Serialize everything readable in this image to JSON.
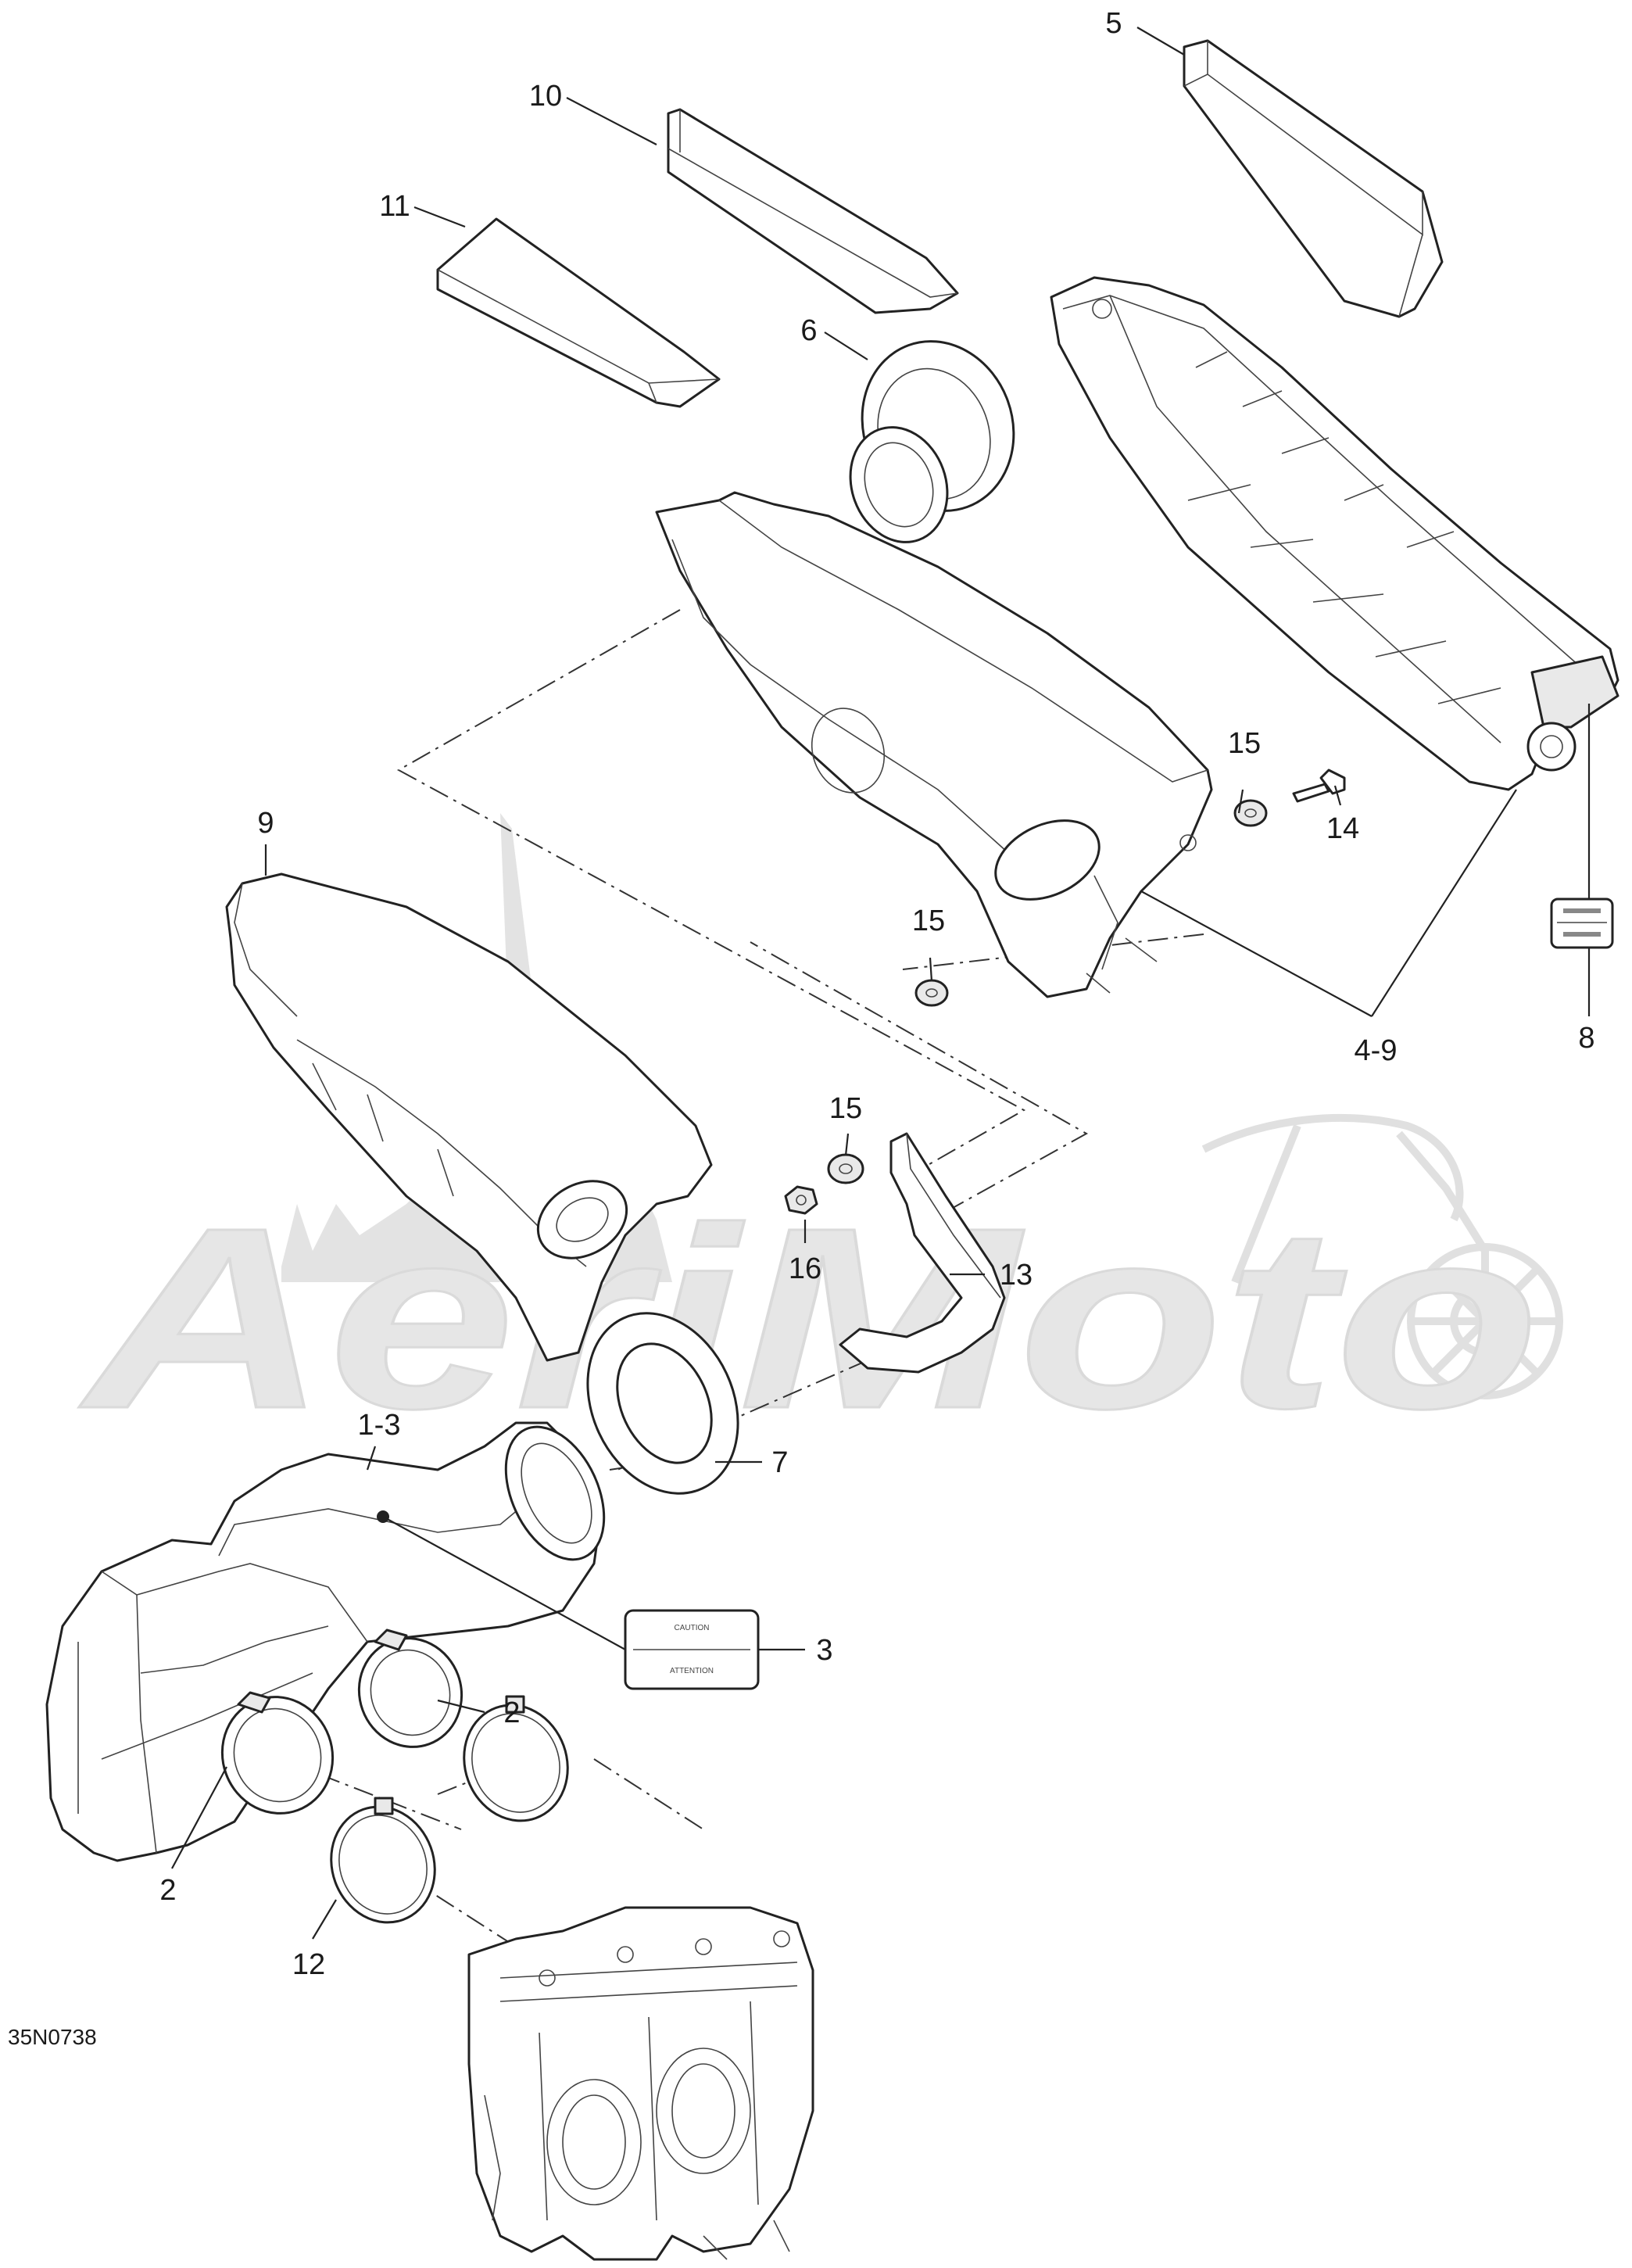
{
  "diagram_code": "35N0738",
  "watermark": {
    "text": "AeriMoto"
  },
  "callouts": [
    {
      "id": "c5",
      "label": "5"
    },
    {
      "id": "c10",
      "label": "10"
    },
    {
      "id": "c11",
      "label": "11"
    },
    {
      "id": "c6",
      "label": "6"
    },
    {
      "id": "c15a",
      "label": "15"
    },
    {
      "id": "c14",
      "label": "14"
    },
    {
      "id": "c9",
      "label": "9"
    },
    {
      "id": "c15b",
      "label": "15"
    },
    {
      "id": "c4-9",
      "label": "4-9"
    },
    {
      "id": "c8",
      "label": "8"
    },
    {
      "id": "c15c",
      "label": "15"
    },
    {
      "id": "c16",
      "label": "16"
    },
    {
      "id": "c13",
      "label": "13"
    },
    {
      "id": "c1-3",
      "label": "1-3"
    },
    {
      "id": "c7",
      "label": "7"
    },
    {
      "id": "c3",
      "label": "3"
    },
    {
      "id": "c2a",
      "label": "2"
    },
    {
      "id": "c2b",
      "label": "2"
    },
    {
      "id": "c12",
      "label": "12"
    }
  ],
  "labels": {
    "caution_top": "CAUTION",
    "caution_bottom": "ATTENTION"
  },
  "colors": {
    "ink": "#222222",
    "watermark": "#e3e3e3",
    "paper": "#ffffff"
  }
}
